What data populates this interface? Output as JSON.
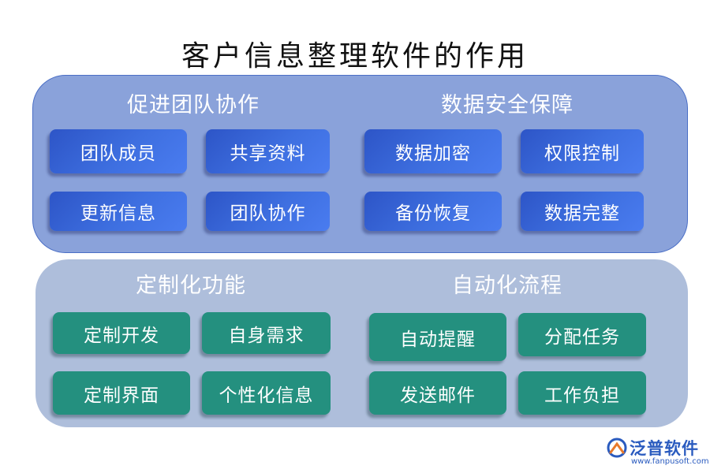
{
  "title": "客户信息整理软件的作用",
  "sections": {
    "team": {
      "heading": "促进团队协作",
      "items": [
        "团队成员",
        "共享资料",
        "更新信息",
        "团队协作"
      ]
    },
    "security": {
      "heading": "数据安全保障",
      "items": [
        "数据加密",
        "权限控制",
        "备份恢复",
        "数据完整"
      ]
    },
    "custom": {
      "heading": "定制化功能",
      "items": [
        "定制开发",
        "自身需求",
        "定制界面",
        "个性化信息"
      ]
    },
    "automation": {
      "heading": "自动化流程",
      "items": [
        "自动提醒",
        "分配任务",
        "发送邮件",
        "工作负担"
      ]
    }
  },
  "logo": {
    "name": "泛普软件",
    "url": "www.fanpusoft.com"
  },
  "colors": {
    "top_panel": "#8aa2da",
    "bottom_panel": "#aebedb",
    "blue_box": "#3e6fe0",
    "teal_box": "#24907f",
    "brand": "#2a5bbf"
  }
}
